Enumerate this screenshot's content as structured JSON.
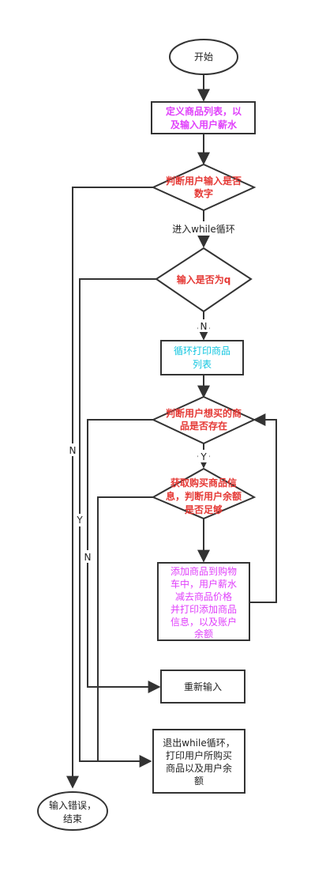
{
  "diagram": {
    "start": "开始",
    "define_lines": [
      "定义商品列表，以",
      "及输入用户薪水"
    ],
    "check_number_lines": [
      "判断用户输入是否",
      "数字"
    ],
    "enter_loop": "进入while循环",
    "check_q": "输入是否为q",
    "n_label_1": "N",
    "print_loop_lines": [
      "循环打印商品",
      "列表"
    ],
    "check_exists_lines": [
      "判断用户想买的商",
      "品是否存在"
    ],
    "y_label_1": "Y",
    "get_info_lines": [
      "获取购买商品信",
      "息，判断用户余额",
      "是否足够"
    ],
    "add_cart_lines": [
      "添加商品到购物",
      "车中，用户薪水",
      "减去商品价格",
      "并打印添加商品",
      "信息，以及账户",
      "余额"
    ],
    "reinput": "重新输入",
    "exit_loop_lines": [
      "退出while循环，",
      "打印用户所购买",
      "商品以及用户余",
      "额"
    ],
    "end_lines": [
      "输入错误，",
      "结束"
    ],
    "left_n_label": "N",
    "left_y_label": "Y",
    "left_n2_label": "N"
  }
}
